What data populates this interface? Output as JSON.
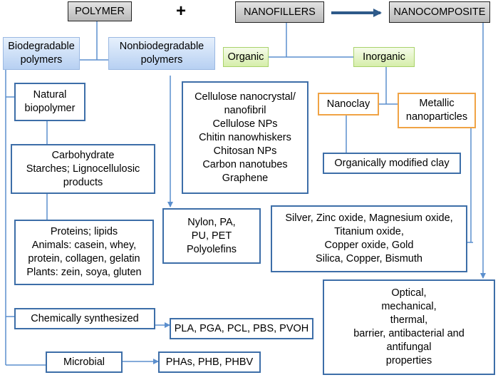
{
  "header": {
    "polymer": "POLYMER",
    "plus": "+",
    "nanofillers": "NANOFILLERS",
    "nanocomposite": "NANOCOMPOSITE"
  },
  "polymers": {
    "biodegradable": [
      "Biodegradable",
      "polymers"
    ],
    "nonbiodegradable": [
      "Nonbiodegradable",
      "polymers"
    ]
  },
  "fillers": {
    "organic": "Organic",
    "inorganic": "Inorganic",
    "nanoclay": "Nanoclay",
    "metallic": [
      "Metallic",
      "nanoparticles"
    ],
    "organically_modified": "Organically modified clay",
    "organic_list": [
      "Cellulose nanocrystal/",
      "nanofibril",
      "Cellulose NPs",
      "Chitin nanowhiskers",
      "Chitosan NPs",
      "Carbon nanotubes",
      "Graphene"
    ],
    "metallic_list": [
      "Silver, Zinc oxide, Magnesium oxide,",
      "Titanium oxide,",
      "Copper oxide, Gold",
      "Silica, Copper, Bismuth"
    ]
  },
  "natural": {
    "title": [
      "Natural",
      "biopolymer"
    ],
    "carbohydrate": [
      "Carbohydrate",
      "Starches; Lignocellulosic",
      "products"
    ],
    "proteins": [
      "Proteins; lipids",
      "Animals: casein, whey,",
      "protein, collagen, gelatin",
      "Plants: zein, soya, gluten"
    ]
  },
  "synthetic": {
    "nonbio_list": [
      "Nylon, PA,",
      "PU, PET",
      "Polyolefins"
    ],
    "chemically": "Chemically synthesized",
    "chem_list": "PLA, PGA, PCL, PBS, PVOH",
    "microbial": "Microbial",
    "microbial_list": "PHAs, PHB, PHBV"
  },
  "properties": [
    "Optical,",
    "mechanical,",
    "thermal,",
    "barrier, antibacterial and",
    "antifungal",
    "properties"
  ],
  "colors": {
    "wire": "#5b8fce",
    "header_arrow": "#2e5a8a",
    "box_border": "#3d6ea8",
    "orange_border": "#f0a345"
  }
}
